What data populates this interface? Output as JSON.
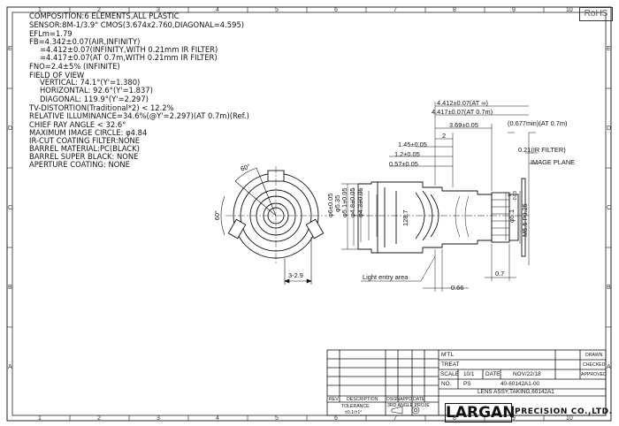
{
  "specs": [
    "COMPOSITION:6 ELEMENTS,ALL PLASTIC",
    "SENSOR:8M-1/3.9\" CMOS(3.674x2.760,DIAGONAL=4.595)",
    "EFLm=1.79",
    "FB=4.342±0.07(AIR,INFINITY)",
    "=4.412±0.07(INFINITY,WITH 0.21mm IR FILTER)",
    "=4.417±0.07(AT 0.7m,WITH 0.21mm IR FILTER)",
    "FNO=2.4±5% (INFINITE)",
    "FIELD OF VIEW",
    "VERTICAL: 74.1°(Y'=1.380)",
    "HORIZONTAL: 92.6°(Y'=1.837)",
    "DIAGONAL: 119.9°(Y'=2.297)",
    "TV-DISTORTION(Traditional*2) < 12.2%",
    "RELATIVE ILLUMINANCE=34.6%(@Y'=2.297)(AT 0.7m)(Ref.)",
    "CHIEF RAY ANGLE < 32.6°",
    "MAXIMUM IMAGE CIRCLE: φ4.84",
    "IR-CUT COATING FILTER:NONE",
    "BARREL MATERIAL:PC(BLACK)",
    "BARREL SUPER BLACK: NONE",
    "APERTURE COATING: NONE"
  ],
  "rohs": "RoHS",
  "zones": {
    "cols": [
      "1",
      "2",
      "3",
      "4",
      "5",
      "6",
      "7",
      "8",
      "9",
      "10"
    ],
    "rows": [
      "E",
      "D",
      "C",
      "B",
      "A"
    ]
  },
  "front_view": {
    "angle_top": "60°",
    "angle_left": "60°",
    "dim_bottom": "3-2.9"
  },
  "side_view": {
    "dims_top": [
      "4.412±0.07(AT ∞)",
      "4.417±0.07(AT 0.7m)",
      "3.69±0.05",
      "(0.677min)(AT 0.7m)",
      "2",
      "1.45±0.05",
      "1.2±0.05",
      "0.57±0.05"
    ],
    "ir_filter": "0.21(IR FILTER)",
    "image_plane": "IMAGE PLANE",
    "diameters": [
      "φ6±0.05",
      "φ5.35",
      "φ5.1±0.05",
      "φ4.8±0.05",
      "φ4.3±0.05"
    ],
    "radius": "128.7",
    "right_dims": [
      "φ5.1",
      "-0.03",
      "0",
      "M5.5 P0.25"
    ],
    "light_entry": "Light entry area",
    "dim_066": "0.66",
    "dim_07": "0.7"
  },
  "title_block": {
    "mtl_label": "M'TL",
    "treat_label": "TREAT",
    "scale_label": "SCALE",
    "scale_value": "10/1",
    "date_label": "DATE",
    "date_value": "NOV/22/18",
    "no_label": "NO.",
    "no_value": "PS",
    "part_no": "40-60142A1-00",
    "title": "LENS ASSY,TAKING,60142A1",
    "drawn": "DRAWN",
    "checked": "CHECKED",
    "approved": "APPROVED",
    "rev": "REV",
    "description": "DESCRIPTION",
    "dsgn": "DSGN",
    "appd": "APPD",
    "date": "DATE",
    "tolerance": "TOLERANCE",
    "tolerance_value": "±0.1/±1°",
    "angle_proj": "3RD ANGLE PROJE",
    "brand": "LARGAN",
    "brand_sub": "PRECISION CO.,LTD."
  }
}
